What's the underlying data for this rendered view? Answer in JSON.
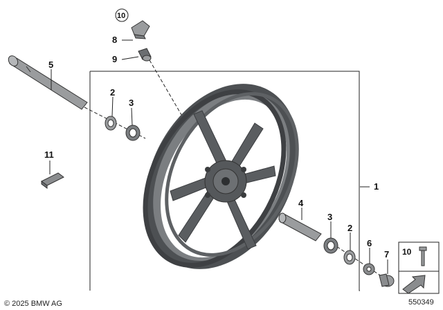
{
  "diagram": {
    "callouts": {
      "c1": "1",
      "c2a": "2",
      "c2b": "2",
      "c3a": "3",
      "c3b": "3",
      "c4": "4",
      "c5": "5",
      "c6": "6",
      "c7": "7",
      "c8": "8",
      "c9": "9",
      "c10": "10",
      "c10_inset": "10",
      "c11": "11"
    },
    "copyright": "© 2025 BMW AG",
    "diagram_id": "550349"
  },
  "colors": {
    "wheel_dark": "#4a4d50",
    "wheel_mid": "#6b6e71",
    "wheel_light": "#8e9194",
    "part_gray": "#9a9c9e",
    "line": "#222222"
  }
}
